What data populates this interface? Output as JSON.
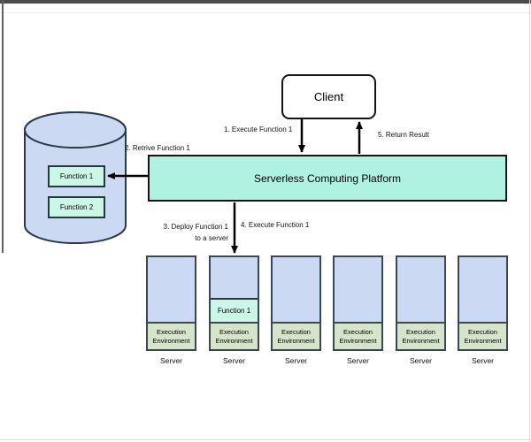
{
  "diagram": {
    "client": {
      "label": "Client"
    },
    "platform": {
      "label": "Serverless Computing Platform"
    },
    "database": {
      "functions": [
        "Function 1",
        "Function 2"
      ]
    },
    "flows": {
      "execute_to_platform": "1. Execute Function 1",
      "retrieve_function": "2. Retrive Function 1",
      "deploy_line1": "3. Deploy Function 1",
      "deploy_line2": "to a server",
      "execute_on_server": "4. Execute Function 1",
      "return_result": "5. Return Result"
    },
    "servers": [
      {
        "label": "Server",
        "env_label": "Execution Environment",
        "function": null
      },
      {
        "label": "Server",
        "env_label": "Execution Environment",
        "function": "Function 1"
      },
      {
        "label": "Server",
        "env_label": "Execution Environment",
        "function": null
      },
      {
        "label": "Server",
        "env_label": "Execution Environment",
        "function": null
      },
      {
        "label": "Server",
        "env_label": "Execution Environment",
        "function": null
      },
      {
        "label": "Server",
        "env_label": "Execution Environment",
        "function": null
      }
    ]
  },
  "colors": {
    "platform_fill": "#b0f2e1",
    "node_fill": "#ccd9f2",
    "function_fill": "#ccf7e6",
    "env_fill": "#d6e4cc",
    "node_stroke": "#3a4856",
    "line_color": "#000000"
  }
}
